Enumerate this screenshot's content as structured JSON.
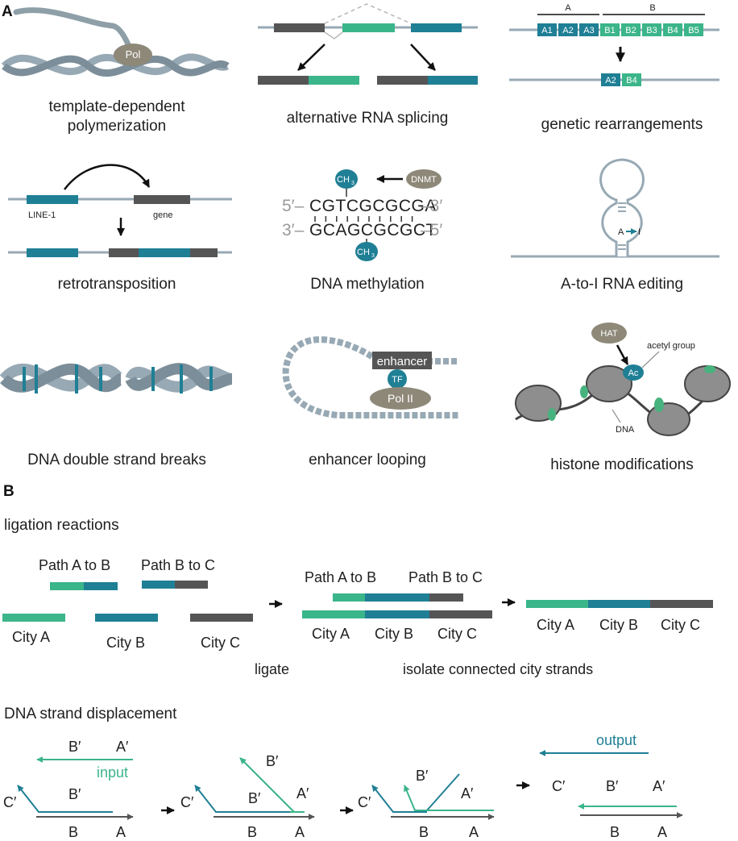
{
  "panels": {
    "a": "A",
    "b": "B"
  },
  "colors": {
    "teal": "#1f7f95",
    "green": "#3bb58a",
    "dark": "#555555",
    "grey": "#97a9b4",
    "pol": "#8d8878",
    "light_green": "#47b37e"
  },
  "a": {
    "c1": {
      "cap1": "template-dependent",
      "cap2": "polymerization",
      "pol": "Pol"
    },
    "c2": {
      "cap": "alternative RNA splicing"
    },
    "c3": {
      "cap": "genetic rearrangements",
      "A": "A",
      "B": "B",
      "segs": [
        "A1",
        "A2",
        "A3",
        "B1",
        "B2",
        "B3",
        "B4",
        "B5"
      ],
      "out": [
        "A2",
        "B4"
      ]
    },
    "c4": {
      "cap": "retrotransposition",
      "line1": "LINE-1",
      "gene": "gene"
    },
    "c5": {
      "cap": "DNA methylation",
      "dnmt": "DNMT",
      "ch3": "CH",
      "sub3": "3",
      "p5": "5′–",
      "p3": "–3′",
      "q3": "3′–",
      "q5": "–5′",
      "top": "CGTCGCGCGA",
      "bot": "GCAGCGCGCT"
    },
    "c6": {
      "cap": "A-to-I RNA editing",
      "a": "A",
      "i": "I"
    },
    "c7": {
      "cap": "DNA double strand breaks"
    },
    "c8": {
      "cap": "enhancer looping",
      "enh": "enhancer",
      "tf": "TF",
      "pol2": "Pol II"
    },
    "c9": {
      "cap": "histone modifications",
      "hat": "HAT",
      "ac": "Ac",
      "acetyl": "acetyl group",
      "dna": "DNA"
    }
  },
  "b": {
    "title1": "ligation reactions",
    "pab": "Path A to B",
    "pbc": "Path B to C",
    "ca": "City A",
    "cb": "City B",
    "cc": "City C",
    "ligate": "ligate",
    "isolate": "isolate connected city strands",
    "title2": "DNA strand displacement",
    "bp": "B′",
    "ap": "A′",
    "cp": "C′",
    "b": "B",
    "a": "A",
    "input": "input",
    "output": "output"
  }
}
